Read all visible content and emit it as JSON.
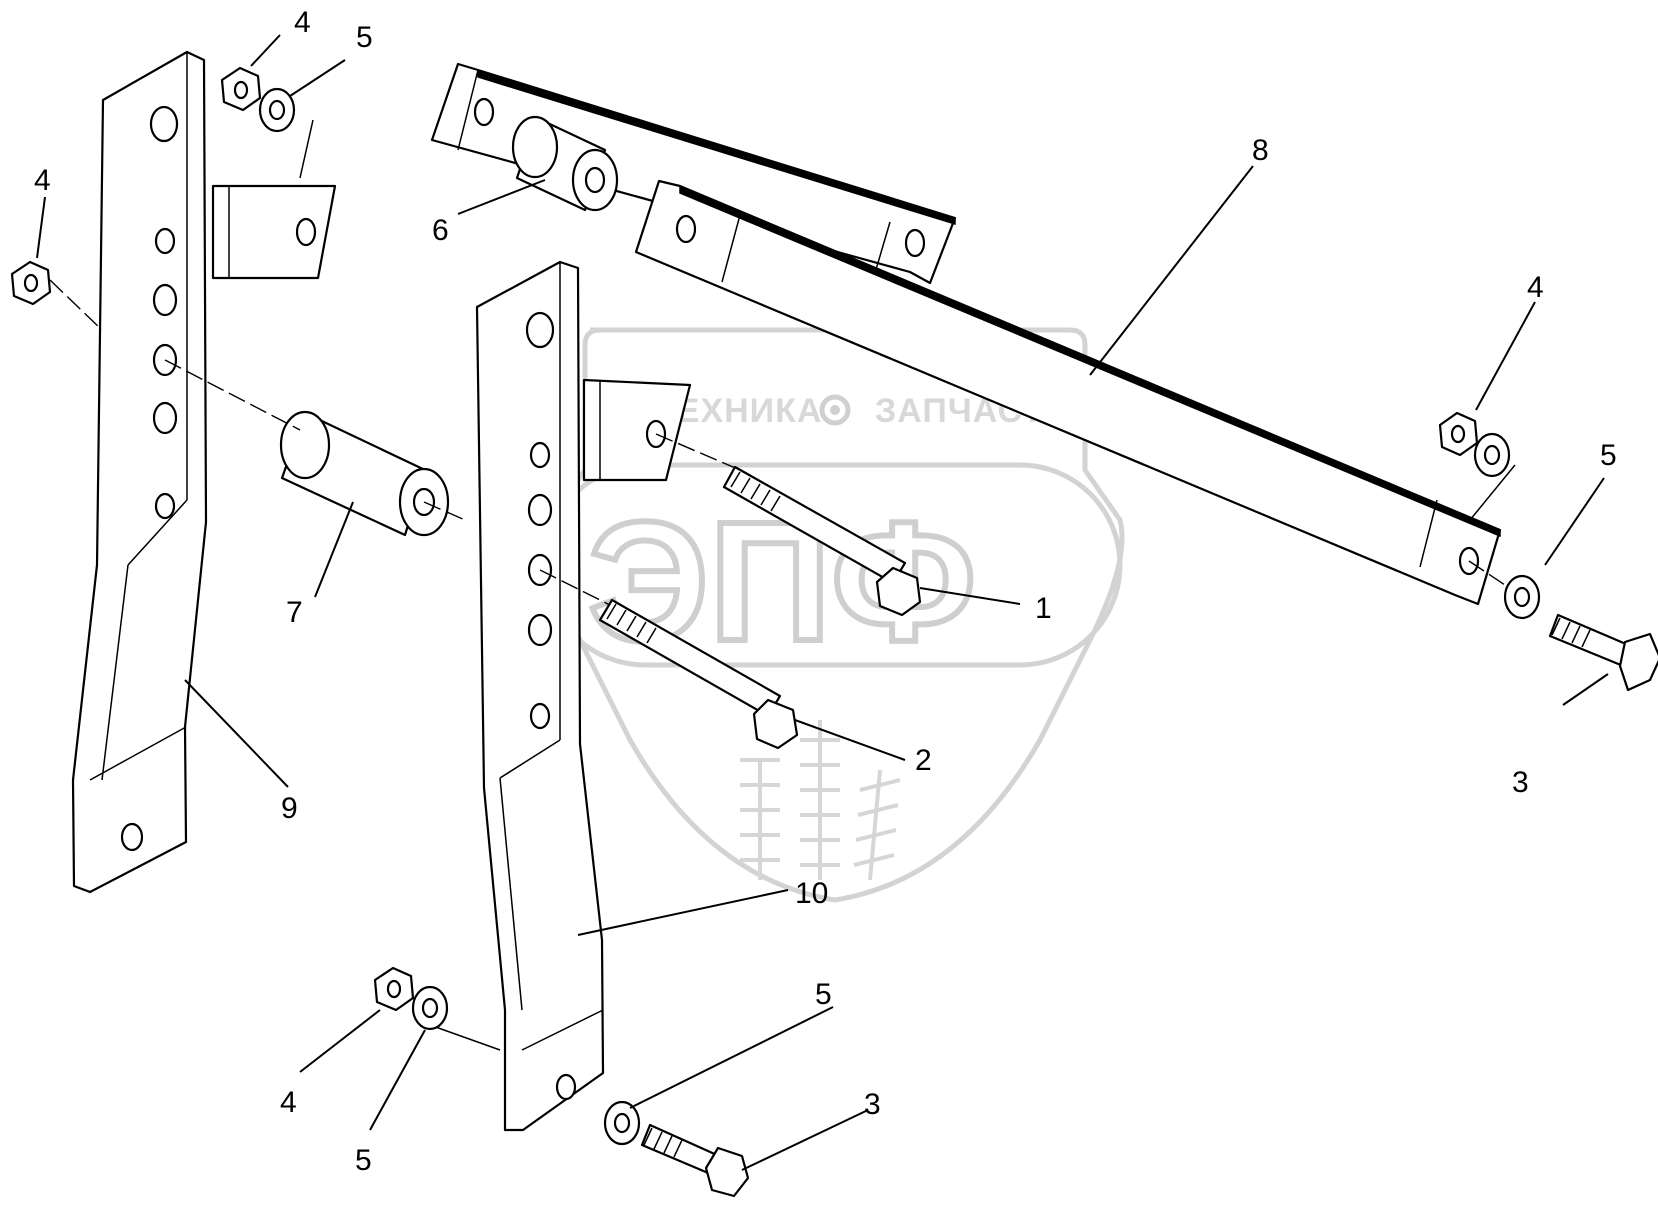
{
  "watermark": {
    "left_text": "ТЕХНИКА",
    "right_text": "ЗАПЧАСТИ",
    "logo_letters": "ЭПФ",
    "icon": "gear-icon"
  },
  "callouts": [
    {
      "id": "c4a",
      "label": "4"
    },
    {
      "id": "c5a",
      "label": "5"
    },
    {
      "id": "c4b",
      "label": "4"
    },
    {
      "id": "c6",
      "label": "6"
    },
    {
      "id": "c8",
      "label": "8"
    },
    {
      "id": "c4c",
      "label": "4"
    },
    {
      "id": "c5b",
      "label": "5"
    },
    {
      "id": "c7",
      "label": "7"
    },
    {
      "id": "c1",
      "label": "1"
    },
    {
      "id": "c2",
      "label": "2"
    },
    {
      "id": "c3a",
      "label": "3"
    },
    {
      "id": "c9",
      "label": "9"
    },
    {
      "id": "c10",
      "label": "10"
    },
    {
      "id": "c5c",
      "label": "5"
    },
    {
      "id": "c4d",
      "label": "4"
    },
    {
      "id": "c5d",
      "label": "5"
    },
    {
      "id": "c3b",
      "label": "3"
    }
  ]
}
